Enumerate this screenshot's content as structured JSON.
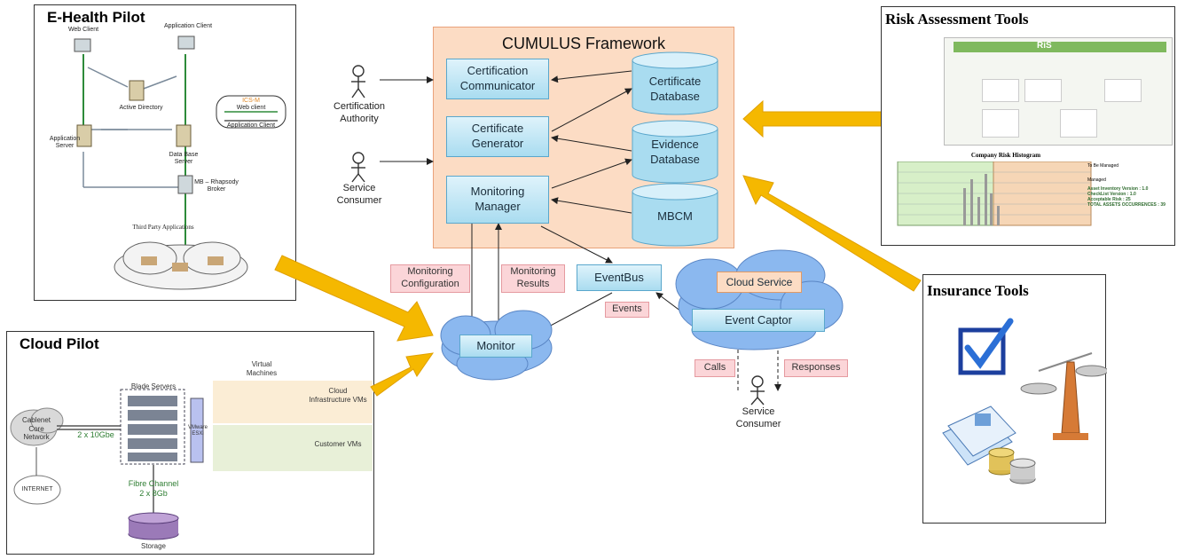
{
  "framework": {
    "title": "CUMULUS Framework",
    "certification_communicator": "Certification Communicator",
    "certificate_generator": "Certificate Generator",
    "monitoring_manager": "Monitoring Manager",
    "certificate_database": "Certificate Database",
    "evidence_database": "Evidence Database",
    "mbcm": "MBCM"
  },
  "actors": {
    "certification_authority": "Certification Authority",
    "service_consumer_left": "Service Consumer",
    "service_consumer_bottom": "Service Consumer"
  },
  "flow": {
    "monitoring_configuration": "Monitoring Configuration",
    "monitoring_results": "Monitoring Results",
    "eventbus": "EventBus",
    "events": "Events",
    "monitor": "Monitor",
    "cloud_service": "Cloud Service",
    "event_captor": "Event Captor",
    "calls": "Calls",
    "responses": "Responses"
  },
  "ehealth": {
    "title": "E-Health Pilot",
    "web_client": "Web Client",
    "application_client": "Application Client",
    "active_directory": "Active Directory",
    "application_server": "Application Server",
    "database_server": "Data Base Server",
    "rhapsody_broker": "MB – Rhapsody Broker",
    "third_party": "Third Party Applications",
    "legend_title": "ICS-M",
    "legend_web": "Web client",
    "legend_app": "Application Client"
  },
  "cloudpilot": {
    "title": "Cloud Pilot",
    "cablenet": "Cablenet Core Network",
    "link": "2 x 10Gbe",
    "internet": "INTERNET",
    "blade_servers": "Blade Servers",
    "vmware": "VMware ESXi",
    "virtual_machines": "Virtual Machines",
    "cloud_infra_vms": "Cloud Infrastructure VMs",
    "customer_vms": "Customer VMs",
    "fibre_channel": "Fibre Channel",
    "fibre_speed": "2 x 8Gb",
    "storage": "Storage"
  },
  "risk": {
    "title": "Risk Assessment Tools",
    "histogram_title": "Company Risk Histogram",
    "legend_to_be_managed": "To Be Managed",
    "legend_managed": "Managed",
    "info_lines": [
      "Asset Inventory Version : 1.0",
      "CheckList Version : 1.0",
      "Acceptable Risk : 25",
      "TOTAL ASSETS OCCURRENCES : 39"
    ],
    "app_logo": "RiS"
  },
  "insurance": {
    "title": "Insurance Tools"
  },
  "colors": {
    "arrow_gold": "#f5b800",
    "framework_bg": "#fcdcc4",
    "cloud_blue": "#8bb8ef",
    "box_blue": "#a9dcf0",
    "note_pink": "#fbd5d8"
  }
}
